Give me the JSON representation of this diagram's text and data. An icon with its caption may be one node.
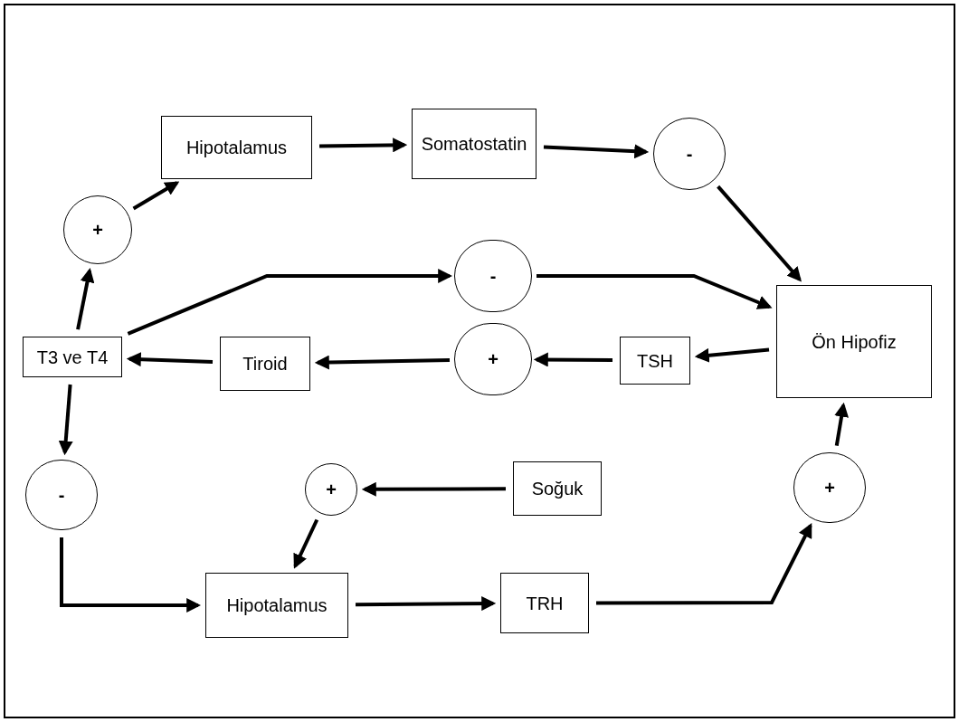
{
  "diagram": {
    "nodes": [
      {
        "text": [
          "Hipotalamus"
        ]
      },
      {
        "text": [
          "Somatostatin"
        ]
      },
      {
        "text": [
          "-"
        ]
      },
      {
        "text": [
          "+"
        ]
      },
      {
        "text": [
          "-"
        ]
      },
      {
        "text": [
          "Ön Hipofiz"
        ]
      },
      {
        "text": [
          "T3 ve T4"
        ]
      },
      {
        "text": [
          "Tiroid"
        ]
      },
      {
        "text": [
          "+"
        ]
      },
      {
        "text": [
          "TSH"
        ]
      },
      {
        "text": [
          "-"
        ]
      },
      {
        "text": [
          "+"
        ]
      },
      {
        "text": [
          "Soğuk"
        ]
      },
      {
        "text": [
          "+"
        ]
      },
      {
        "text": [
          "Hipotalamus"
        ]
      },
      {
        "text": [
          "TRH"
        ]
      }
    ],
    "edges": [
      {
        "from": 3,
        "to": 0,
        "arrow": "to"
      },
      {
        "from": 0,
        "to": 1,
        "arrow": "to"
      },
      {
        "from": 1,
        "to": 2,
        "arrow": "to"
      },
      {
        "from": 2,
        "to": 5,
        "arrow": "to"
      },
      {
        "from": 6,
        "to": 3,
        "arrow": "to"
      },
      {
        "from": 6,
        "to": 4,
        "arrow": "to"
      },
      {
        "from": 4,
        "to": 5,
        "arrow": "to"
      },
      {
        "from": 5,
        "to": 9,
        "arrow": "to"
      },
      {
        "from": 9,
        "to": 8,
        "arrow": "to"
      },
      {
        "from": 8,
        "to": 7,
        "arrow": "to"
      },
      {
        "from": 7,
        "to": 6,
        "arrow": "to"
      },
      {
        "from": 6,
        "to": 10,
        "arrow": "to"
      },
      {
        "from": 10,
        "to": 14,
        "arrow": "to"
      },
      {
        "from": 12,
        "to": 11,
        "arrow": "to"
      },
      {
        "from": 11,
        "to": 14,
        "arrow": "to"
      },
      {
        "from": 14,
        "to": 15,
        "arrow": "to"
      },
      {
        "from": 15,
        "to": 13,
        "arrow": "to"
      },
      {
        "from": 13,
        "to": 5,
        "arrow": "to"
      }
    ]
  }
}
